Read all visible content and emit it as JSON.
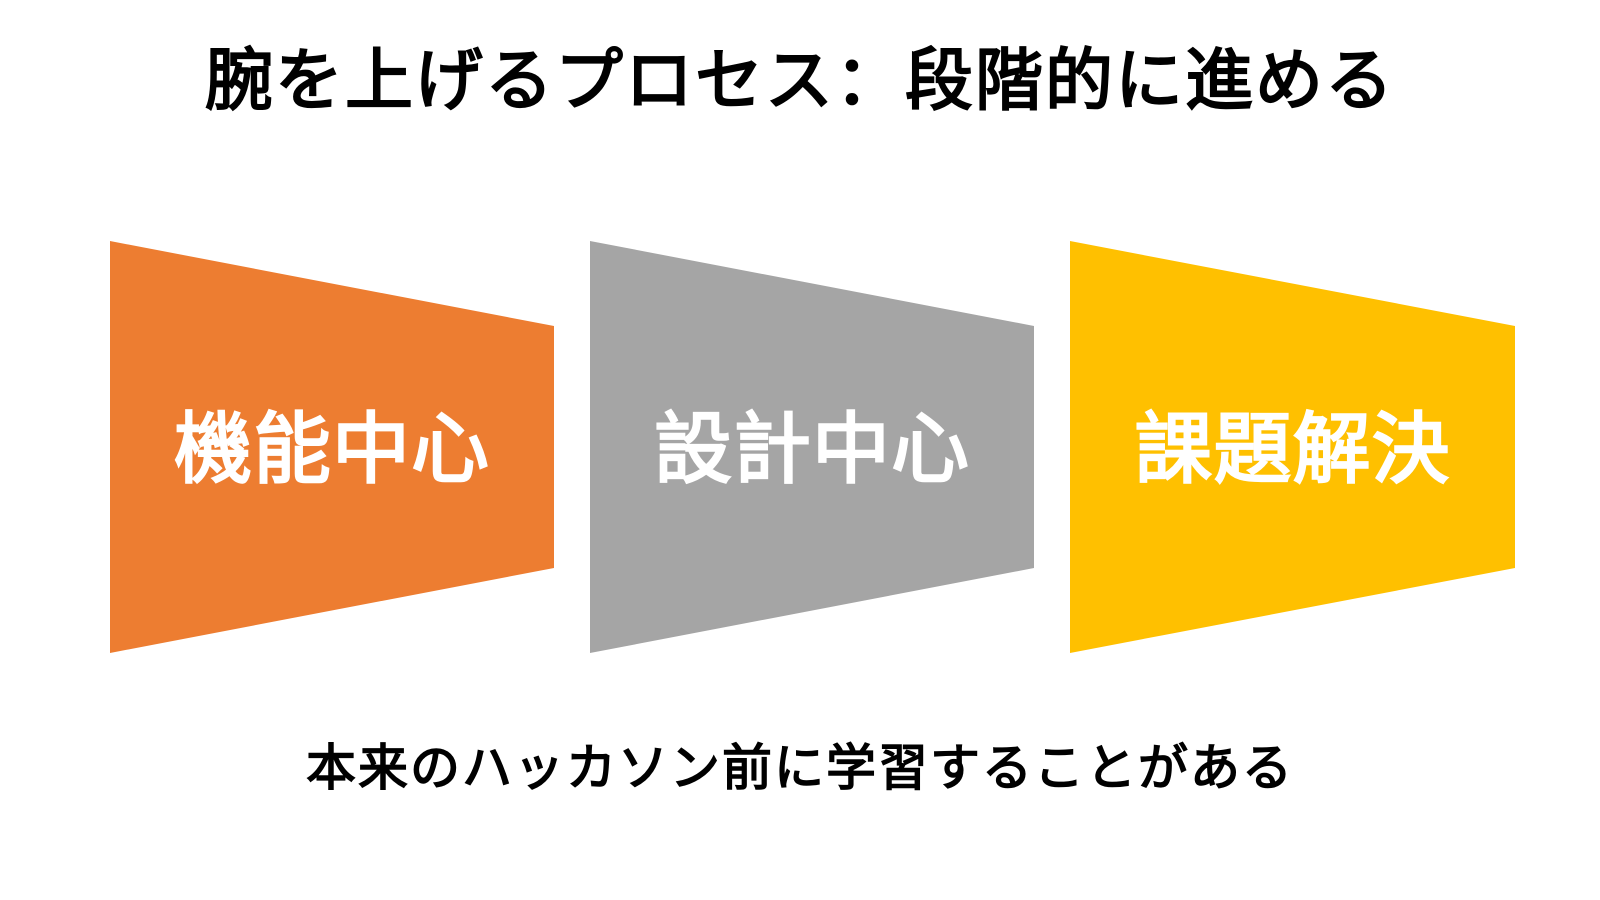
{
  "slide": {
    "title": "腕を上げるプロセス：段階的に進める",
    "subtitle": "本来のハッカソン前に学習することがある",
    "background_color": "#ffffff"
  },
  "stages": [
    {
      "label": "機能中心",
      "color": "#ED7D31"
    },
    {
      "label": "設計中心",
      "color": "#A5A5A5"
    },
    {
      "label": "課題解決",
      "color": "#FFC000"
    }
  ]
}
